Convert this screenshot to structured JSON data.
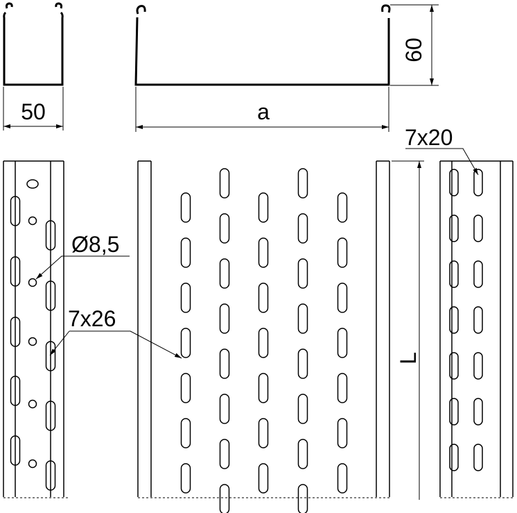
{
  "dimensions": {
    "width_profile": "50",
    "height_profile": "60",
    "width_tray": "a",
    "length": "L",
    "hole_round": "Ø8,5",
    "slot_side": "7x26",
    "slot_cover": "7x20"
  },
  "colors": {
    "line": "#000000",
    "background": "#ffffff"
  }
}
